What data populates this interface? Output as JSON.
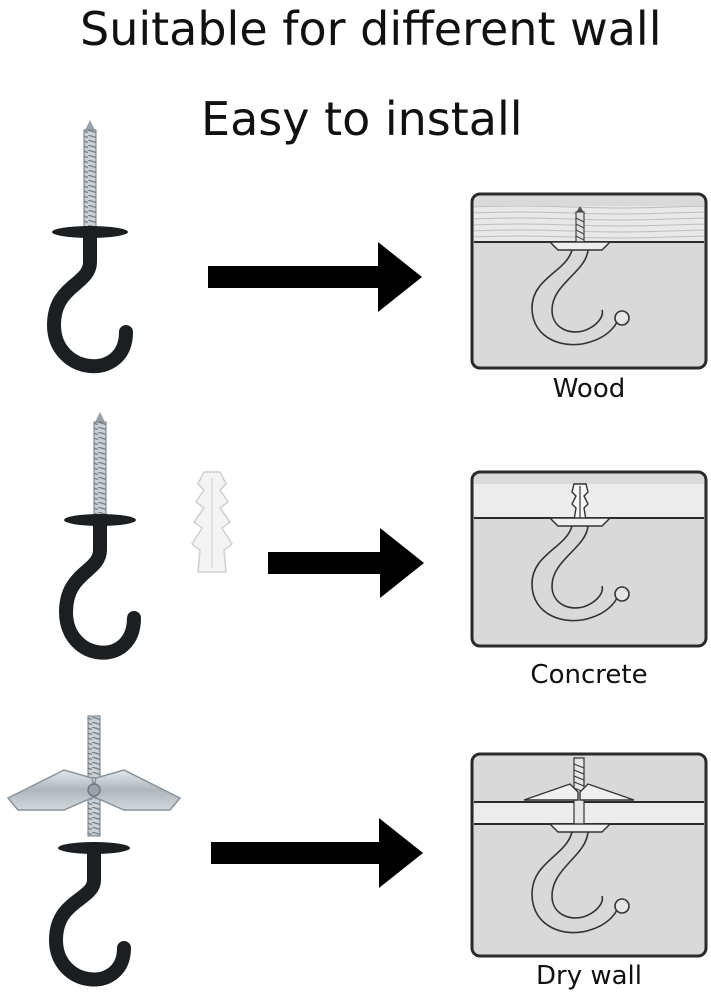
{
  "title_line_1": "Suitable for different wall",
  "title_line_2": "Easy to install",
  "rows": [
    {
      "wall_label": "Wood"
    },
    {
      "wall_label": "Concrete"
    },
    {
      "wall_label": "Dry wall"
    }
  ],
  "colors": {
    "hook": "#1c1f22",
    "screw": "#bcc3c9",
    "panel": "#d9d9d9",
    "outline": "#2a2a2a",
    "arrow": "#000000",
    "anchor": "#f4f4f4",
    "toggle_wing": "#c5ccd2"
  }
}
